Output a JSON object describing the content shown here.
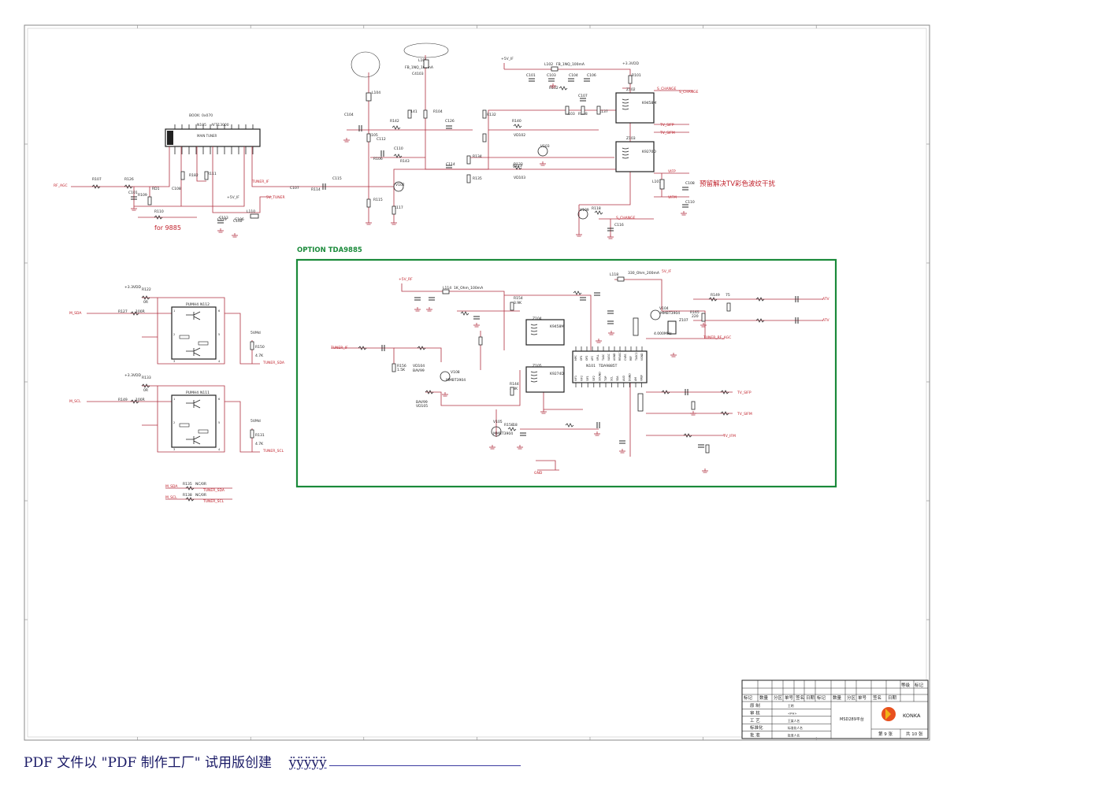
{
  "colors": {
    "wire": "#b03040",
    "component": "#2a2a2a",
    "label": "#222222",
    "net_label": "#c0202a",
    "option_box": "#1a8a3a",
    "border": "#888888",
    "footer": "#1a1a66",
    "logo_orange": "#e8501e",
    "logo_yellow": "#f2b318"
  },
  "tuner": {
    "part": "N105",
    "model": "AFT13000",
    "note": "BOOK: 0x070",
    "block": "MAIN TUNER"
  },
  "option_label": "OPTION TDA9885",
  "chinese_note": "预留解决TV彩色波纹干扰",
  "for_note": "for 9885",
  "top_left_parts": [
    "R107",
    "R126",
    "R109",
    "C101",
    "RD1",
    "C108",
    "R110",
    "R111",
    "R182",
    "C113",
    "C106"
  ],
  "net_labels": {
    "rf_agc": "RF_AGC",
    "tuner_if": "TUNER_IF",
    "v5_tuner": "5V_TUNER",
    "v5_if": "+5V_IF",
    "v33vdd": "+3.3VDD",
    "v33vdd2": "+3.3VDD",
    "s_change": "S_CHANGE",
    "s_change_b": "S_CHANGE",
    "tv_sifp": "TV_SIFP",
    "tv_sifm": "TV_SIFM",
    "vifp": "VIFP",
    "vifm": "VIFM",
    "m_sda": "M_SDA",
    "m_scl": "M_SCL",
    "tuner_sda": "TUNER_SDA",
    "tuner_scl": "TUNER_SCL",
    "tuner_if_in": "TUNER_IF",
    "v5_rf": "+5V_RF",
    "atv": "ATV",
    "tv_ifm": "TV_IFM",
    "tuner_rf_agc": "TUNER_RF_AGC",
    "gnd": "GND",
    "v5if_vd": "5V_IF",
    "v33vdd_a": "+3.3VDD",
    "v33vdd_b": "+3.3VDD"
  },
  "top_mid_parts": [
    "L101",
    "FB_1NQ_100mA",
    "C4103",
    "L104",
    "C104",
    "R105",
    "R142",
    "C110",
    "R106",
    "R143",
    "C112",
    "R141",
    "R104",
    "C126",
    "R132",
    "R140",
    "VD102",
    "V103",
    "R133",
    "C114",
    "R134",
    "R135",
    "R115",
    "R117",
    "V102",
    "C115",
    "C107",
    "R114",
    "C119",
    "C102",
    "L110"
  ],
  "top_right_parts": [
    "L102",
    "FB_1NQ_100mA",
    "C101",
    "C103",
    "C104",
    "C106",
    "R101",
    "R102",
    "C107",
    "R103",
    "R108",
    "R137",
    "Z102",
    "K9458M",
    "Z103",
    "K9270D",
    "R113",
    "VD103",
    "C108",
    "L107",
    "C110",
    "V109",
    "R118",
    "C116"
  ],
  "iic_blocks": [
    {
      "part": "N112",
      "type": "PUMH4",
      "r_top": "R122",
      "r_series": "R127",
      "r_series_val": "100R",
      "r_top_val": "0R",
      "r_pull": "R150",
      "r_pull_val": "4.7K",
      "supply": "+3.3VDD",
      "supply2": "5VMd"
    },
    {
      "part": "N111",
      "type": "PUMH4",
      "r_top": "R133",
      "r_series": "R149",
      "r_series_val": "100R",
      "r_top_val": "0R",
      "r_pull": "R131",
      "r_pull_val": "4.7K",
      "supply": "+3.3VDD",
      "supply2": "5VMd"
    }
  ],
  "jumpers": [
    {
      "ref": "R135",
      "val": "NC/0R",
      "from": "M_SDA",
      "to": "TUNER_SDA"
    },
    {
      "ref": "R138",
      "val": "NC/0R",
      "from": "M_SCL",
      "to": "TUNER_SCL"
    }
  ],
  "option_parts": {
    "l114": "L114",
    "l114_val": "1K_Ohm_100mA",
    "l118": "L118",
    "l118_val": "330_Ohm_200mA",
    "ic": "N101",
    "ic_model": "TDA9885T",
    "saw1": "Z104",
    "saw1_model": "K9458M",
    "saw2": "Z105",
    "saw2_model": "K9274D",
    "xtal": "Z107",
    "xtal_val": "4.000MHz",
    "v104": "V104",
    "v104_model": "MMBT3904",
    "v108": "V108",
    "v108_model": "MMBT3904",
    "v105": "V105",
    "v105_model": "MMBT3904",
    "vd104": "VD104",
    "vd104_model": "BAV99",
    "vd105": "VD105",
    "vd105_model": "BAV99",
    "r144": "R144",
    "r144_val": "3.3K",
    "r154": "R154",
    "r154_val": "3.9K",
    "r149": "R149",
    "r149_val": "75",
    "r165": "R165",
    "r165_val": "220",
    "r156": "R156",
    "r156_val": "1.5K",
    "r158": "R158",
    "r158_val": "18"
  },
  "ic_pins_top": [
    "MPC",
    "OP1",
    "OP2",
    "AFC",
    "VPLL",
    "TAGC",
    "VAGC",
    "AGND",
    "RFAGC",
    "CVBS",
    "REF",
    "TAGC2",
    "VGND"
  ],
  "ic_pins_bottom": [
    "VIF1",
    "VIF2",
    "SIF1",
    "SIF2",
    "SOUND",
    "TOP",
    "SCL",
    "SDA",
    "AUD",
    "DGND",
    "AM",
    "VREF"
  ],
  "title_block": {
    "header_row": [
      "标记",
      "数量",
      "分区",
      "单号",
      "签名",
      "日期",
      "标记",
      "数量",
      "分区",
      "单号",
      "签名",
      "日期"
    ],
    "stage_label": "等级",
    "mark_label": "标记",
    "roles": [
      "原 制",
      "审 核",
      "工 艺",
      "标准化",
      "批 准"
    ],
    "role_values": [
      "王明",
      "<PH>",
      "王某人名",
      "标准化人名",
      "批准人名"
    ],
    "project": "MSD289平台",
    "brand": "KONKA",
    "sheet_no": "第 9 张",
    "sheet_total": "共 10 张"
  },
  "footer_text": "PDF 文件以 \"PDF 制作工厂\" 试用版创建",
  "footer_tail": "ÿÿÿÿÿ"
}
